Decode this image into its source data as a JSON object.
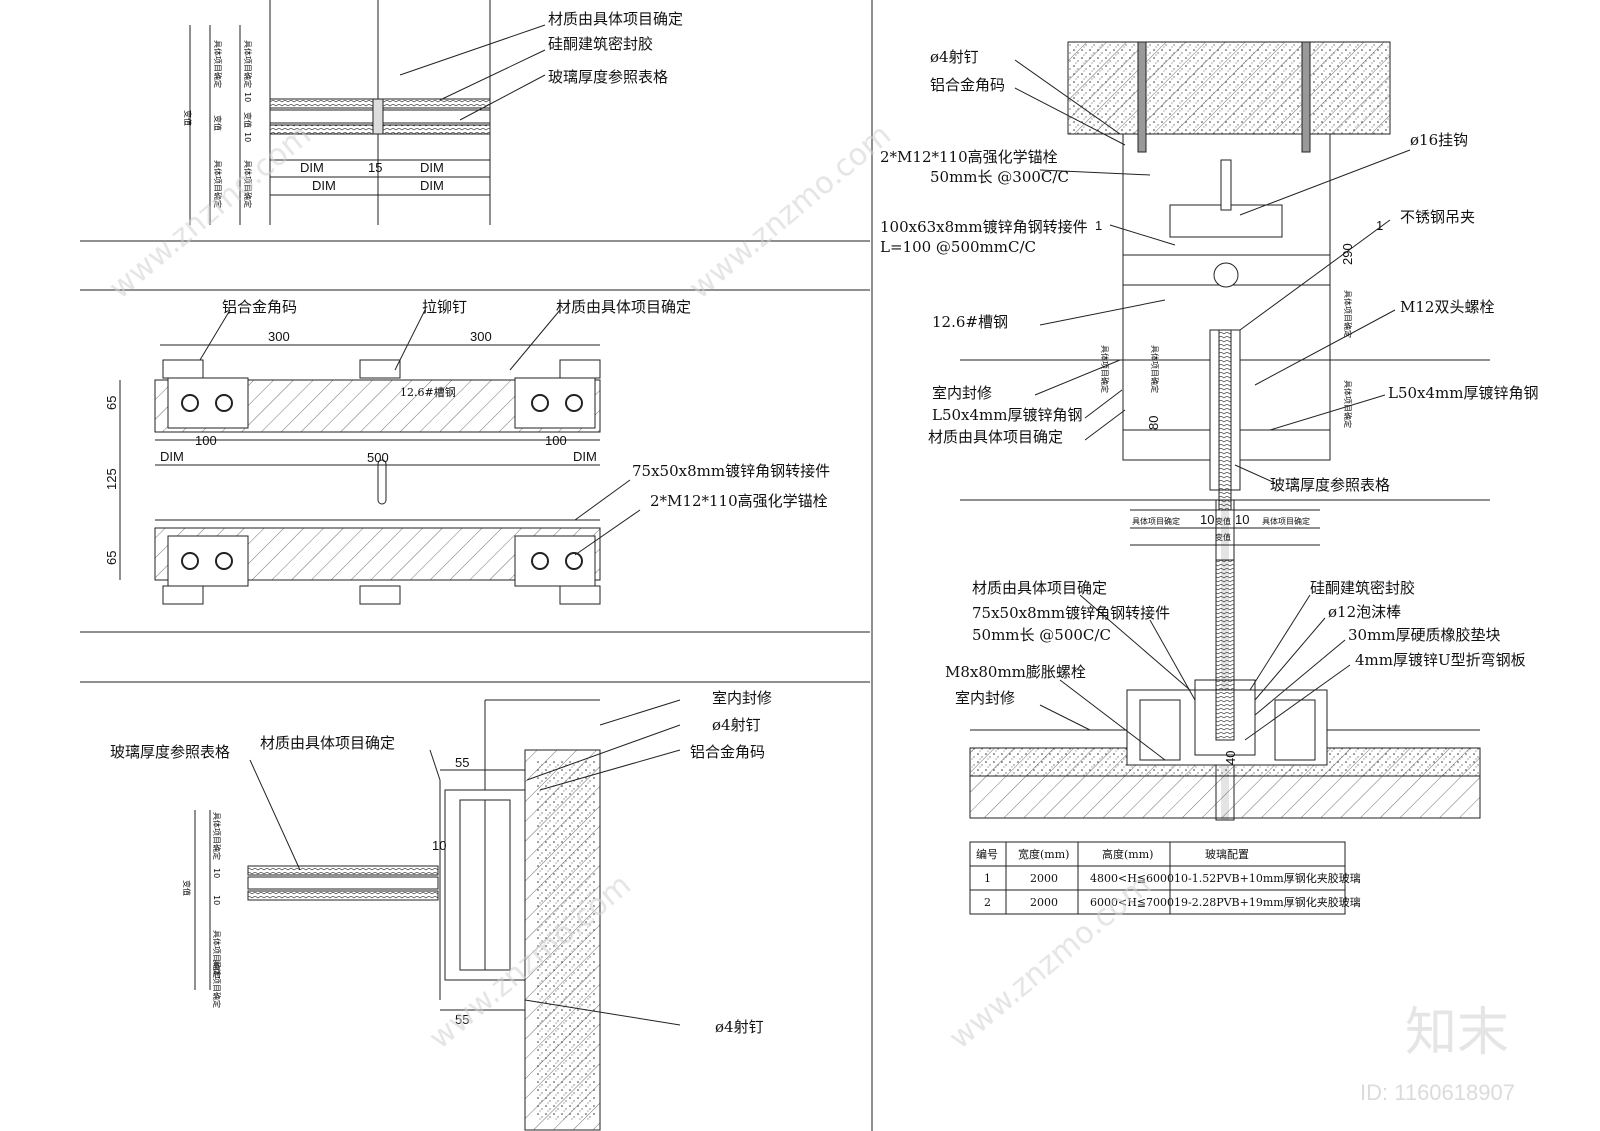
{
  "panel_a": {
    "labels": [
      "材质由具体项目确定",
      "硅酮建筑密封胶",
      "玻璃厚度参照表格"
    ],
    "dims": [
      "DIM",
      "15",
      "DIM",
      "DIM",
      "DIM"
    ],
    "vert": [
      "具体项目确定",
      "具体项目确定",
      "10",
      "变值",
      "10",
      "变值",
      "具体项目确定",
      "具体项目确定",
      "变值"
    ]
  },
  "panel_b": {
    "labels": [
      "铝合金角码",
      "拉铆钉",
      "材质由具体项目确定",
      "75x50x8mm镀锌角钢转接件",
      "2*M12*110高强化学锚栓",
      "12.6#槽钢"
    ],
    "dims": [
      "300",
      "300",
      "65",
      "100",
      "500",
      "100",
      "DIM",
      "DIM",
      "125",
      "65"
    ]
  },
  "panel_c": {
    "labels": [
      "室内封修",
      "ø4射钉",
      "材质由具体项目确定",
      "玻璃厚度参照表格",
      "铝合金角码",
      "ø4射钉"
    ],
    "dims": [
      "55",
      "10",
      "55"
    ],
    "vert": [
      "具体项目确定",
      "10",
      "10",
      "变值",
      "具体项目确定",
      "具体项目确定"
    ]
  },
  "panel_d": {
    "labels": [
      "ø4射钉",
      "铝合金角码",
      "2*M12*110高强化学锚栓",
      "50mm长 @300C/C",
      "ø16挂钩",
      "100x63x8mm镀锌角钢转接件",
      "L=100  @500mmC/C",
      "不锈钢吊夹",
      "12.6#槽钢",
      "M12双头螺栓",
      "室内封修",
      "L50x4mm厚镀锌角钢",
      "L50x4mm厚镀锌角钢",
      "材质由具体项目确定",
      "玻璃厚度参照表格"
    ],
    "dims": [
      "290",
      "80",
      "1",
      "1"
    ],
    "vert_small": [
      "具体项目确定",
      "具体项目确定",
      "具体项目确定",
      "具体项目确定"
    ],
    "bottom_dims": [
      "具体项目确定",
      "10",
      "变值",
      "10",
      "具体项目确定",
      "变值"
    ]
  },
  "panel_e": {
    "labels": [
      "材质由具体项目确定",
      "75x50x8mm镀锌角钢转接件",
      "50mm长 @500C/C",
      "M8x80mm膨胀螺栓",
      "室内封修",
      "硅酮建筑密封胶",
      "ø12泡沫棒",
      "30mm厚硬质橡胶垫块",
      "4mm厚镀锌U型折弯钢板"
    ],
    "dims": [
      "40"
    ]
  },
  "table": {
    "headers": [
      "编号",
      "宽度(mm)",
      "高度(mm)",
      "玻璃配置"
    ],
    "rows": [
      [
        "1",
        "2000",
        "4800<H≦6000",
        "10-1.52PVB+10mm厚钢化夹胶玻璃"
      ],
      [
        "2",
        "2000",
        "6000<H≦7000",
        "19-2.28PVB+19mm厚钢化夹胶玻璃"
      ]
    ]
  },
  "watermark": {
    "brand": "知末",
    "id_text": "ID: 1160618907",
    "site": "www.znzmo.com"
  }
}
